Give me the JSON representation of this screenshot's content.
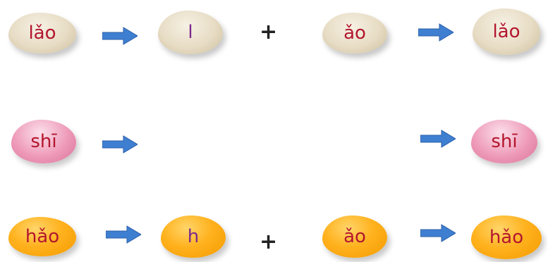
{
  "rows": [
    {
      "left": "lǎo",
      "initial": "l",
      "final": "ǎo",
      "result": "lǎo",
      "plus": "+"
    },
    {
      "left": "shī",
      "result": "shī"
    },
    {
      "left": "hǎo",
      "initial": "h",
      "final": "ǎo",
      "result": "hǎo",
      "plus": "+"
    }
  ],
  "colors": {
    "beige": "#e7dcc4",
    "pink": "#ee9ab8",
    "orange": "#ffb21e",
    "arrow": "#3f7fd1",
    "text_red": "#b3162e",
    "text_purple": "#7b2a8c"
  },
  "icons": {
    "arrow": "right-arrow-icon"
  }
}
